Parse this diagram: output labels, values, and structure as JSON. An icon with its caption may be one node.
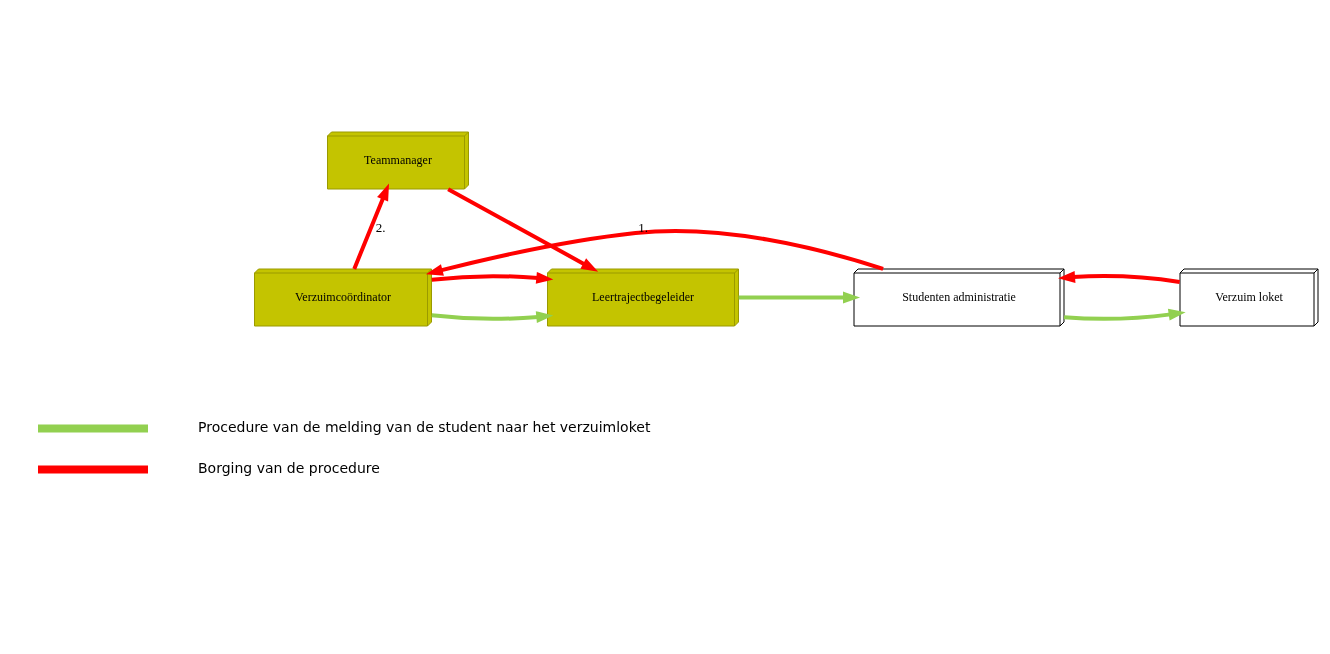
{
  "diagram": {
    "nodes": [
      {
        "text": [
          "Teammanager"
        ]
      },
      {
        "text": [
          "Verzuimcoördinator"
        ]
      },
      {
        "text": [
          "Leertrajectbegeleider"
        ]
      },
      {
        "text": [
          "Studenten administratie"
        ]
      },
      {
        "text": [
          "Verzuim loket"
        ]
      }
    ],
    "edges": [
      {
        "from": 1,
        "to": 0,
        "arrow": "to",
        "label": "2."
      },
      {
        "from": 0,
        "to": 2,
        "arrow": "to"
      },
      {
        "from": 1,
        "to": 2,
        "arrow": "to",
        "color": "#92d050"
      },
      {
        "from": 1,
        "to": 2,
        "arrow": "to"
      },
      {
        "from": 2,
        "to": 3,
        "arrow": "to",
        "color": "#92d050"
      },
      {
        "from": 3,
        "to": 4,
        "arrow": "to",
        "color": "#92d050"
      },
      {
        "from": 4,
        "to": 3,
        "arrow": "to"
      },
      {
        "from": 3,
        "to": 1,
        "arrow": "to",
        "label": "1."
      }
    ],
    "legend": [
      {
        "text": "Procedure van de melding van de student naar het verzuimloket"
      },
      {
        "text": "Borging van de procedure"
      }
    ]
  }
}
